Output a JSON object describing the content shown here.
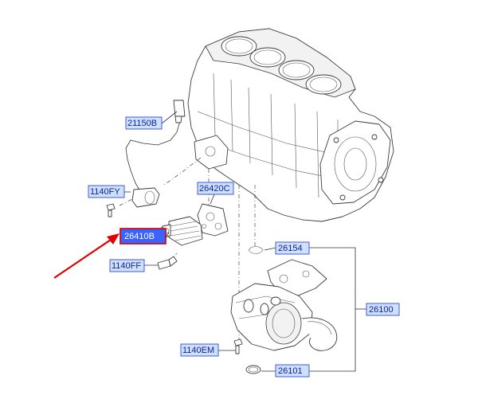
{
  "labels": {
    "harness": "21150B",
    "sensor_bolt": "1140FY",
    "gasket": "26420C",
    "oil_cooler": "26410B",
    "cooler_bolt": "1140FF",
    "oring": "26154",
    "oil_filter_module": "26100",
    "module_bolt": "1140EM",
    "seal": "26101"
  },
  "colors": {
    "highlight_border": "#d00000",
    "arrow": "#e00000",
    "label_text": "#0a1f96",
    "label_box": "#cfe0ff"
  }
}
